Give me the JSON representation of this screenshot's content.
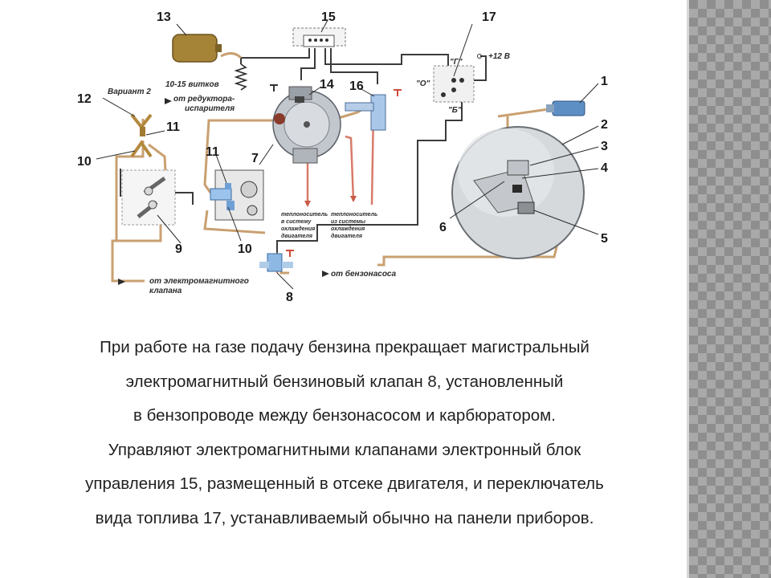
{
  "diagram": {
    "numbers": {
      "n1": "1",
      "n2": "2",
      "n3": "3",
      "n4": "4",
      "n5": "5",
      "n6": "6",
      "n7": "7",
      "n8": "8",
      "n9": "9",
      "n10a": "10",
      "n10b": "10",
      "n11a": "11",
      "n11b": "11",
      "n12": "12",
      "n13": "13",
      "n14": "14",
      "n15": "15",
      "n16": "16",
      "n17": "17"
    },
    "labels": {
      "variant": "Вариант 2",
      "turns": "10-15 витков",
      "from_reducer_1": "от редуктора-",
      "from_reducer_2": "испарителя",
      "plus12": "+12 В",
      "switch_g": "\"Г\"",
      "switch_o": "\"О\"",
      "switch_b": "\"Б\"",
      "coolant_to_1": "теплоноситель",
      "coolant_to_2": "в систему",
      "coolant_to_3": "охлаждения",
      "coolant_to_4": "двигателя",
      "coolant_from_1": "теплоноситель",
      "coolant_from_2": "из системы",
      "coolant_from_3": "охлаждения",
      "coolant_from_4": "двигателя",
      "from_valve_1": "от электромагнитного",
      "from_valve_2": "клапана",
      "from_pump": "от бензонасоса",
      "t1": "T",
      "t2": "T",
      "t3": "T"
    }
  },
  "text": {
    "lines": [
      "При работе на газе подачу бензина прекращает магистральный",
      "электромагнитный бензиновый клапан 8, установленный",
      "в бензопроводе между бензонасосом и карбюратором.",
      "Управляют электромагнитными клапанами электронный блок",
      "управления 15, размещенный в отсеке двигателя, и переключатель",
      "вида топлива 17, устанавливаемый обычно на панели приборов."
    ]
  }
}
